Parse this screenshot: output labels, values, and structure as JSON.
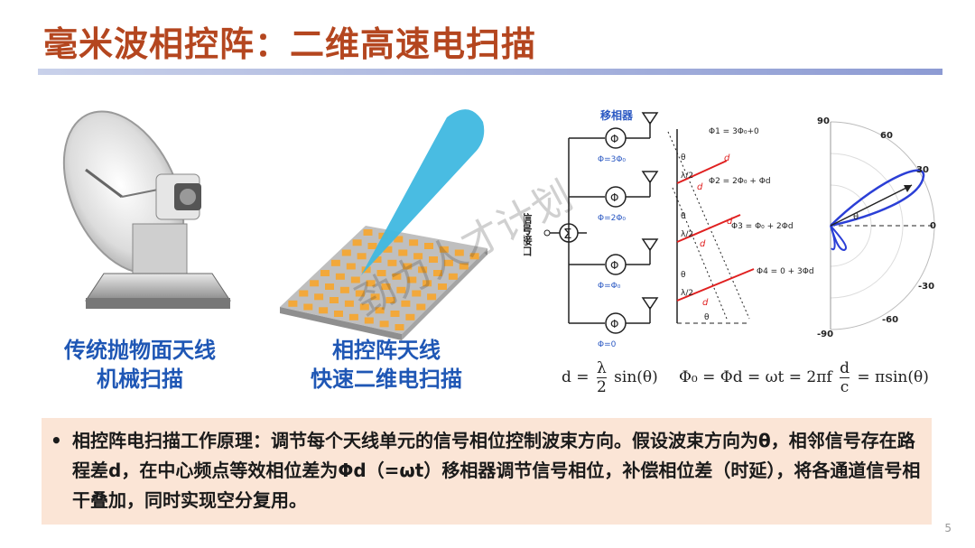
{
  "title": "毫米波相控阵：二维高速电扫描",
  "captions": {
    "dish_line1": "传统抛物面天线",
    "dish_line2": "机械扫描",
    "array_line1": "相控阵天线",
    "array_line2": "快速二维电扫描"
  },
  "diagram": {
    "phase_shifter_label": "移相器",
    "signal_port_label": "信号接口",
    "sum_symbol": "Σ",
    "phi_symbol": "Φ",
    "phases": [
      "Φ=3Φ₀",
      "Φ=2Φ₀",
      "Φ=Φ₀",
      "Φ=0"
    ],
    "phi_equations": [
      "Φ1 = 3Φ₀+0",
      "Φ2 = 2Φ₀ + Φd",
      "Φ3 = Φ₀ + 2Φd",
      "Φ4 = 0 + 3Φd"
    ],
    "half_lambda": "λ/2",
    "theta": "θ",
    "d": "d"
  },
  "polar": {
    "ticks": [
      "90",
      "60",
      "30",
      "0",
      "-30",
      "-60",
      "-90"
    ],
    "theta": "θ"
  },
  "formulas": {
    "left_lhs": "d =",
    "left_num": "λ",
    "left_den": "2",
    "left_rhs": "sin(θ)",
    "right_a": "Φ₀ = Φd = ωt = 2πf",
    "right_num": "d",
    "right_den": "c",
    "right_b": "= πsin(θ)"
  },
  "note": {
    "bullet": "•",
    "text": "相控阵电扫描工作原理：调节每个天线单元的信号相位控制波束方向。假设波束方向为θ，相邻信号存在路程差d，在中心频点等效相位差为Φd（=ωt）移相器调节信号相位，补偿相位差（时延），将各通道信号相干叠加，同时实现空分复用。"
  },
  "watermark": "劲力人才计划",
  "page_number": "5",
  "colors": {
    "title": "#b4461f",
    "caption": "#1f57b5",
    "note_bg": "#fbe5d6",
    "beam": "#3fb8e0",
    "patch": "#f2a83a",
    "diagram_blue": "#2b59c3",
    "diagram_red": "#e02020"
  }
}
